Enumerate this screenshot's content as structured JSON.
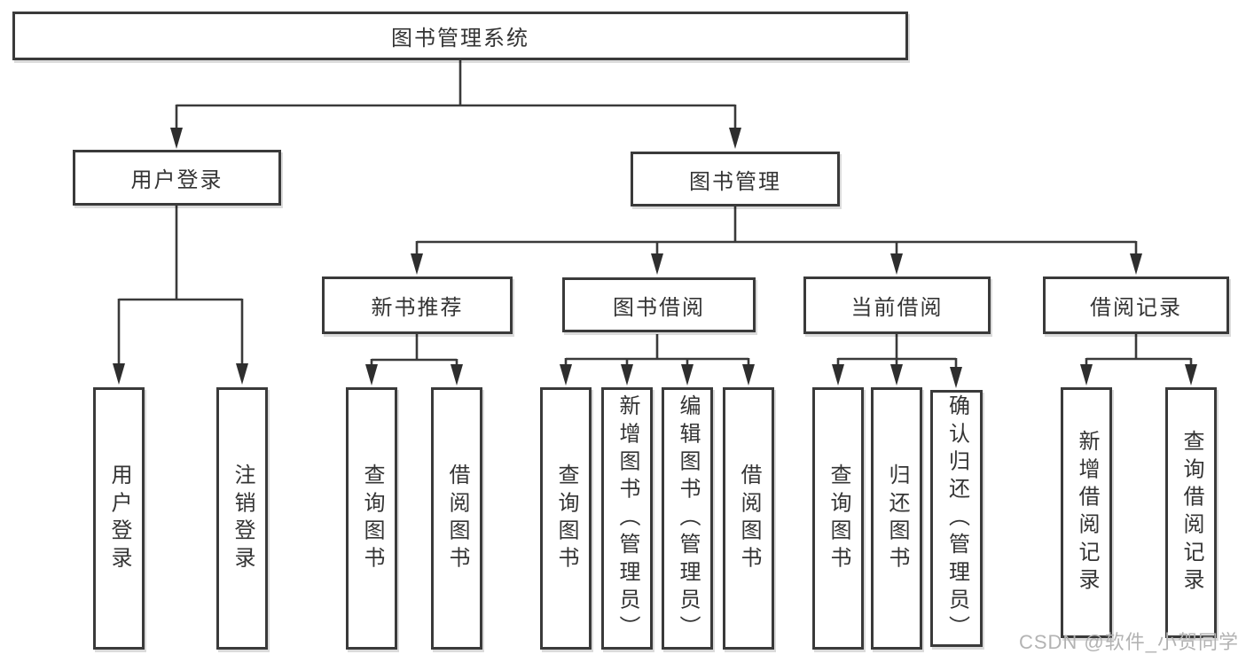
{
  "diagram": {
    "type": "tree",
    "direction": "top-down"
  },
  "colors": {
    "line": "#3a3a3a",
    "arrowhead": "#2e2e2e",
    "box_border": "#3a3a3a",
    "box_fill": "#ffffff",
    "text": "#343434",
    "watermark": "#b3b3b3"
  },
  "tree": {
    "root": {
      "label": "图书管理系统"
    },
    "branches": [
      {
        "label": "用户登录",
        "children": [
          "用户登录",
          "注销登录"
        ]
      },
      {
        "label": "图书管理",
        "children": [
          {
            "label": "新书推荐",
            "children": [
              "查询图书",
              "借阅图书"
            ]
          },
          {
            "label": "图书借阅",
            "children": [
              "查询图书",
              "新增图书（管理员）",
              "编辑图书（管理员）",
              "借阅图书"
            ]
          },
          {
            "label": "当前借阅",
            "children": [
              "查询图书",
              "归还图书",
              "确认归还（管理员）"
            ]
          },
          {
            "label": "借阅记录",
            "children": [
              "新增借阅记录",
              "查询借阅记录"
            ]
          }
        ]
      }
    ]
  },
  "watermark": {
    "text": "CSDN @软件_小贺同学"
  }
}
